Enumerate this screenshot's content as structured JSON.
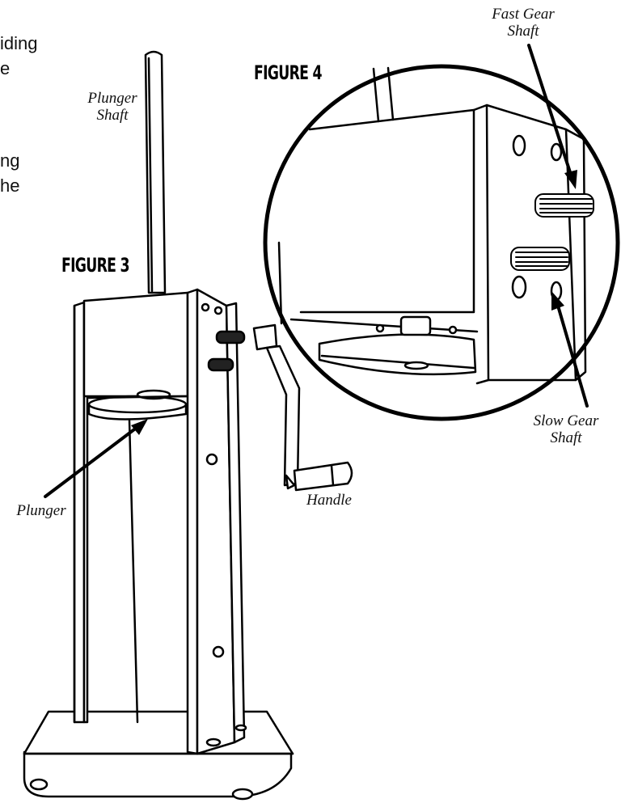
{
  "text_fragments": [
    "iding",
    "e",
    "ng",
    "he"
  ],
  "figures": {
    "figure_3": "FIGURE 3",
    "figure_4": "FIGURE 4"
  },
  "labels": {
    "plunger_shaft": [
      "Plunger",
      "Shaft"
    ],
    "plunger": "Plunger",
    "handle": "Handle",
    "fast_gear_shaft": [
      "Fast Gear",
      "Shaft"
    ],
    "slow_gear_shaft": [
      "Slow Gear",
      "Shaft"
    ]
  }
}
